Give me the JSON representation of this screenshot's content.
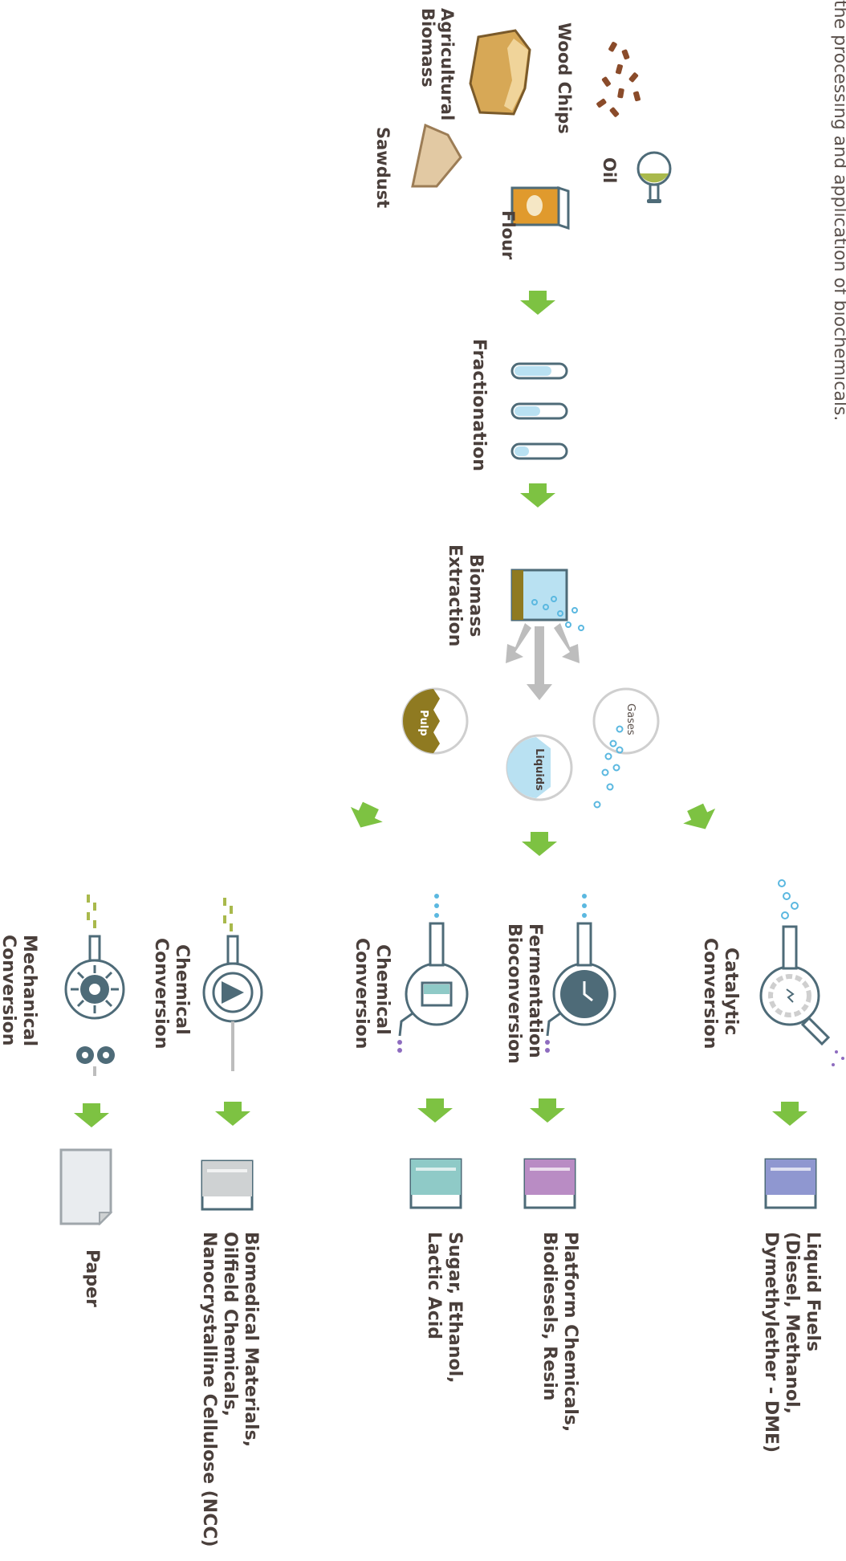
{
  "caption": "the processing and application of biochemicals.",
  "inputs": {
    "wood_chips": "Wood Chips",
    "oil": "Oil",
    "agricultural_l1": "Agricultural",
    "agricultural_l2": "Biomass",
    "flour": "Flour",
    "sawdust": "Sawdust"
  },
  "steps": {
    "fractionation": "Fractionation",
    "extraction_l1": "Biomass",
    "extraction_l2": "Extraction"
  },
  "streams": {
    "gases": "Gases",
    "liquids": "Liquids",
    "pulp": "Pulp"
  },
  "processes": {
    "catalytic_l1": "Catalytic",
    "catalytic_l2": "Conversion",
    "fermentation_l1": "Fermentation",
    "fermentation_l2": "Bioconversion",
    "chemical1_l1": "Chemical",
    "chemical1_l2": "Conversion",
    "chemical2_l1": "Chemical",
    "chemical2_l2": "Conversion",
    "mechanical_l1": "Mechanical",
    "mechanical_l2": "Conversion"
  },
  "products": {
    "liquid_fuels_l1": "Liquid Fuels",
    "liquid_fuels_l2": "(Diesel, Methanol,",
    "liquid_fuels_l3": "Dymethylether - DME)",
    "platform_l1": "Platform Chemicals,",
    "platform_l2": "Biodiesels, Resin",
    "sugar_l1": "Sugar, Ethanol,",
    "sugar_l2": "Lactic Acid",
    "biomedical_l1": "Biomedical Materials,",
    "biomedical_l2": "Oilfield Chemicals,",
    "biomedical_l3": "Nanocrystalline Cellulose (NCC)",
    "paper": "Paper"
  },
  "colors": {
    "arrow_green": "#7dc242",
    "arrow_grey": "#bdbdbd",
    "outline": "#4e6b78",
    "text": "#4a3f3b",
    "fuel": "#8f97d0",
    "platform": "#b98cc4",
    "sugar": "#8fcac7",
    "biomedical": "#cfd2d3",
    "paper": "#e9ecef",
    "liquid_blue": "#b9e1f2",
    "pulp": "#8f7a21"
  }
}
